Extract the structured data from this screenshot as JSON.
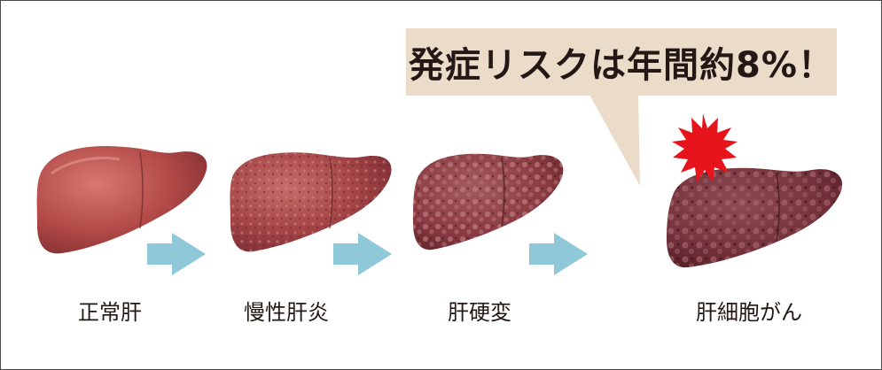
{
  "callout": {
    "text": "発症リスクは年間約8%！"
  },
  "stages": [
    {
      "label": "正常肝"
    },
    {
      "label": "慢性肝炎"
    },
    {
      "label": "肝硬変"
    },
    {
      "label": "肝細胞がん"
    }
  ],
  "colors": {
    "callout_bg": "#eadcc8",
    "arrow": "#8fc8d8",
    "liver_normal": "#b24a48",
    "liver_dark": "#7a2e33",
    "burst": "#e8141c",
    "text": "#231815",
    "border": "#4a4a4a"
  },
  "icons": {
    "arrow": "right-arrow-icon",
    "burst": "starburst-icon"
  }
}
